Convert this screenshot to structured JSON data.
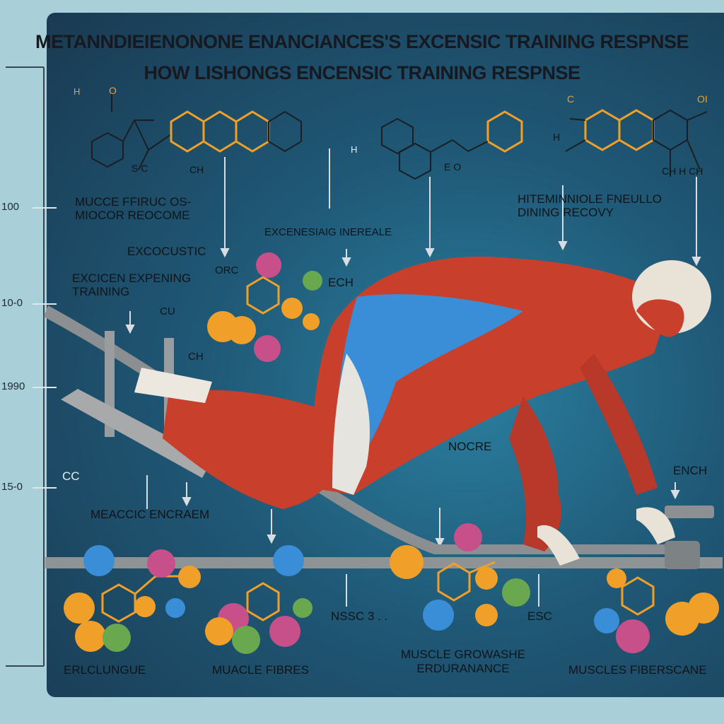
{
  "title": {
    "line1": "METANNDIEIENONONE ENANCIANCES'S EXCENSIC TRAINING RESPNSE",
    "line2": "HOW LISHONGS ENCENSIC TRAINING RESPNSE"
  },
  "axis_ticks": [
    "100",
    "10-0",
    "1990",
    "15-0"
  ],
  "labels": {
    "muscle_fibre": "MUCCE FFIRUC OS- MIOCOR REOCOME",
    "recovery": "HITEMINNIOLE FNEULLO DINING RECOVY",
    "eccentric_innerale": "EXCENESIAIG INEREALE",
    "excocustic": "EXCOCUSTIC",
    "exicen": "EXCICEN EXPENING TRAINING",
    "orc": "ORC",
    "cu": "CU",
    "ch": "CH",
    "ech": "ECH",
    "cc": "CC",
    "nocre": "NOCRE",
    "ench": "ENCH",
    "meacc": "MEACCIC ENCRAEM",
    "nssc": "NSSC 3 . .",
    "esc": "ESC"
  },
  "molecule_labels": {
    "h_left": "H",
    "s_c": "S  C",
    "ch_sub": "CH",
    "h_mid": "H",
    "e_o": "E  O",
    "o_top": "O",
    "c_top": "C",
    "ol_right": "OI",
    "ch_ch": "CH H  CH",
    "h_right": "H"
  },
  "bottom_labels": {
    "erlungue": "ERLCLUNGUE",
    "muscle_fibres": "MUACLE FIBRES",
    "muscle_growth": "MUSCLE GROWASHE ERDURANANCE",
    "muscles_fiberscane": "MUSCLES FIBERSCANE"
  },
  "colors": {
    "accent_orange": "#f0a028",
    "muscle_red": "#c8402c",
    "tendon_blue": "#3a8ed8"
  }
}
